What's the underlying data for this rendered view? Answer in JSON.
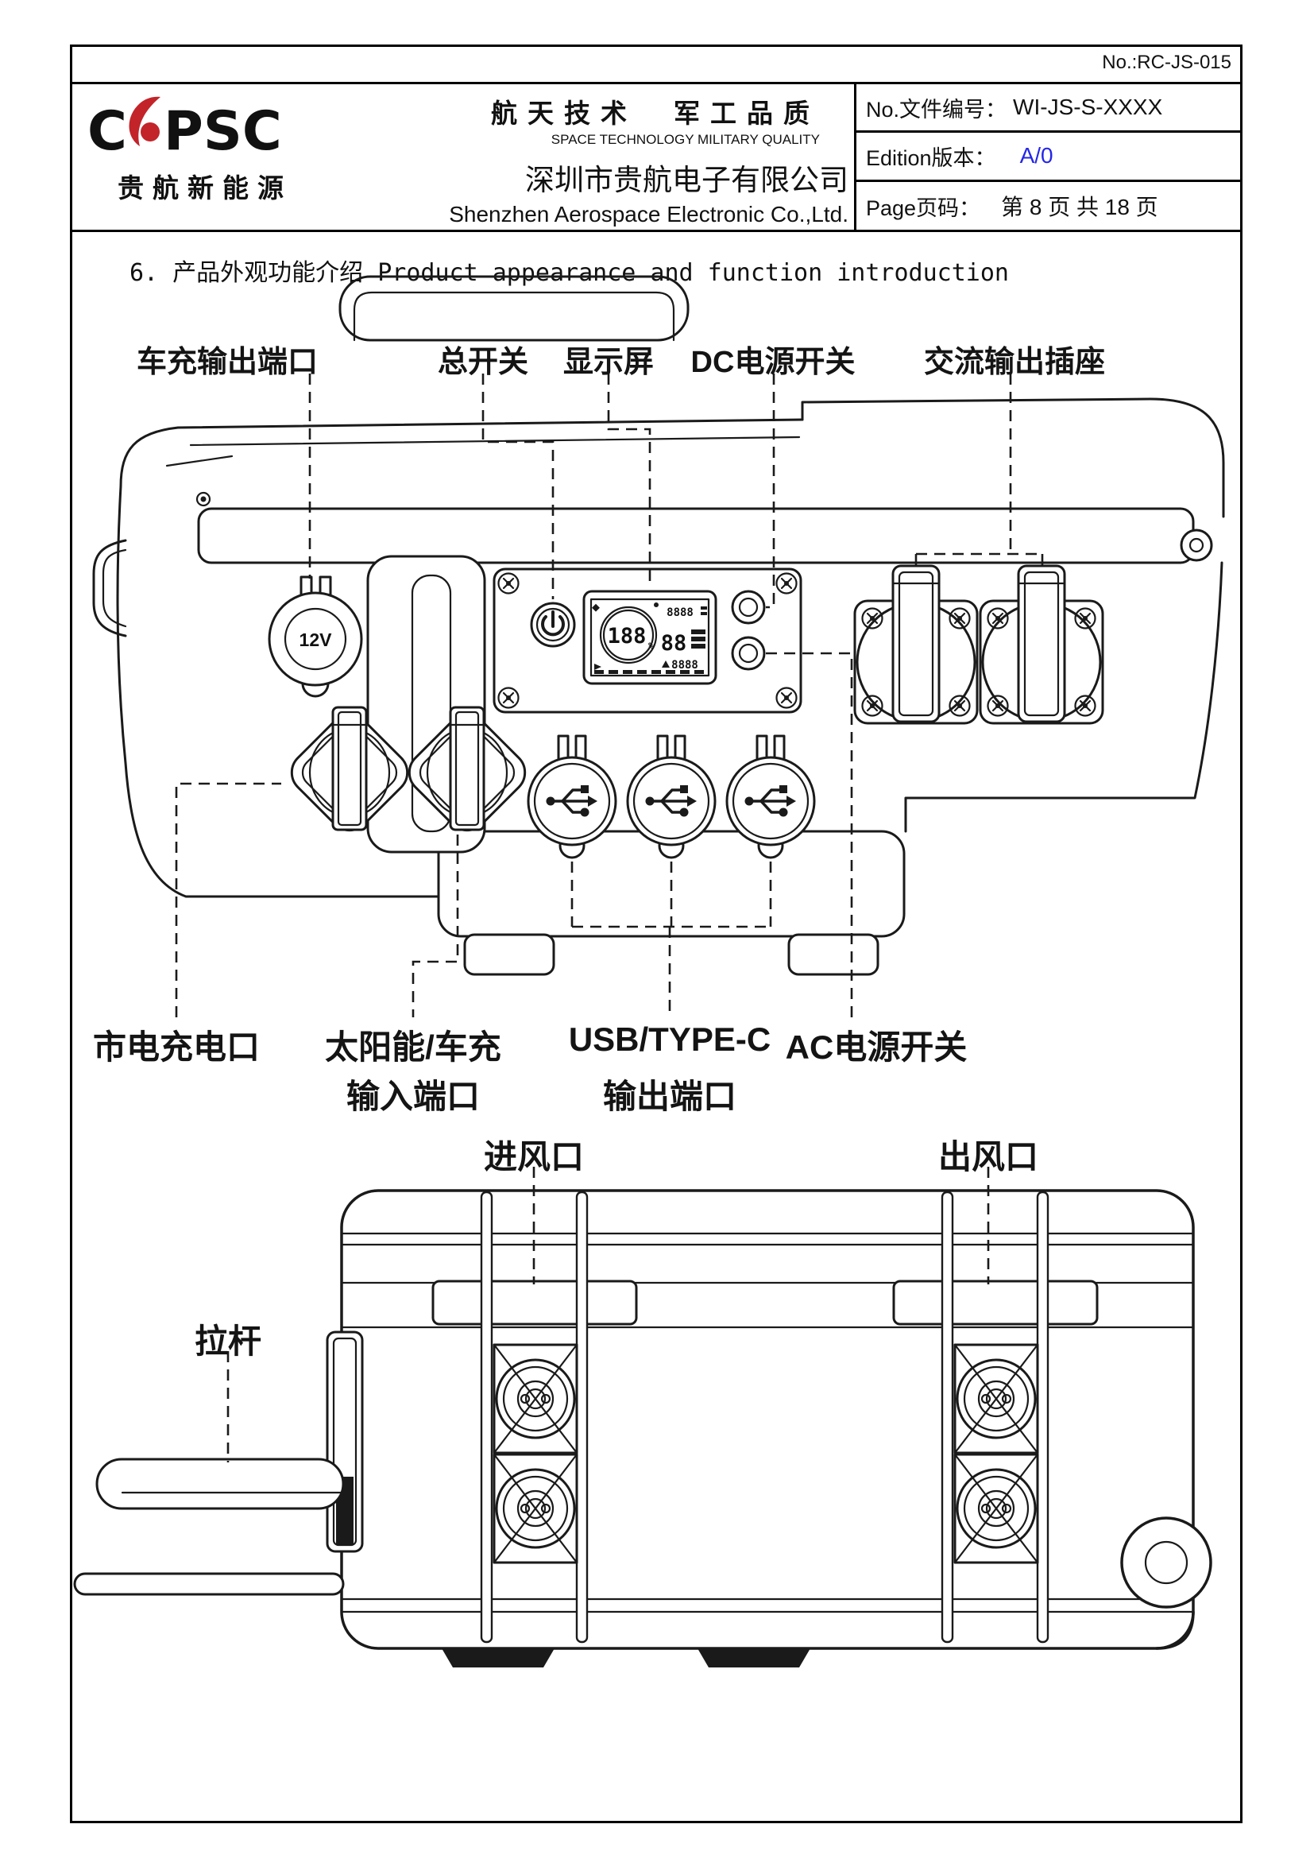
{
  "doc_no": "No.:RC-JS-015",
  "header": {
    "logo": {
      "text_c": "C",
      "text_psc": "PSC",
      "subtitle": "贵航新能源"
    },
    "slogan_cn": "航天技术　军工品质",
    "slogan_en": "SPACE TECHNOLOGY MILITARY QUALITY",
    "company_cn": "深圳市贵航电子有限公司",
    "company_en": "Shenzhen Aerospace Electronic Co.,Ltd.",
    "fields": {
      "doc_label": "No.文件编号：",
      "doc_value": "WI-JS-S-XXXX",
      "edition_label": "Edition版本：",
      "edition_value": "A/0",
      "page_label": "Page页码：",
      "page_value": "第 8 页 共 18 页"
    }
  },
  "section_title": "6. 产品外观功能介绍 Product appearance and function introduction",
  "front_view": {
    "top_labels": [
      {
        "text": "车充输出端口"
      },
      {
        "text": "总开关"
      },
      {
        "text": "显示屏"
      },
      {
        "text": "DC电源开关"
      },
      {
        "text": "交流输出插座"
      }
    ],
    "bottom_labels": {
      "mains_input": "市电充电口",
      "solar_line1": "太阳能/车充",
      "solar_line2": "输入端口",
      "usb_line1": "USB/TYPE-C",
      "usb_line2": "输出端口",
      "ac_switch": "AC电源开关"
    },
    "port_12v_label": "12V",
    "lcd": {
      "soc": "188",
      "soc_unit": "%",
      "top_value": "8888",
      "mid_value": "88",
      "bottom_value": "8888"
    }
  },
  "side_view": {
    "labels": {
      "air_inlet": "进风口",
      "air_outlet": "出风口",
      "pull_rod": "拉杆"
    }
  },
  "colors": {
    "line": "#1a1a1a",
    "logo_blue": "#17398f",
    "logo_red": "#c2242a",
    "edition_blue": "#2525e8"
  }
}
